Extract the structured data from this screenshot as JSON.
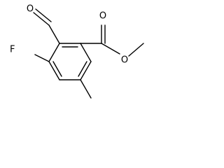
{
  "structure": {
    "atoms": {
      "oxygen_aldehyde": "O",
      "oxygen_carbonyl": "O",
      "oxygen_ester": "O",
      "fluorine": "F"
    }
  }
}
